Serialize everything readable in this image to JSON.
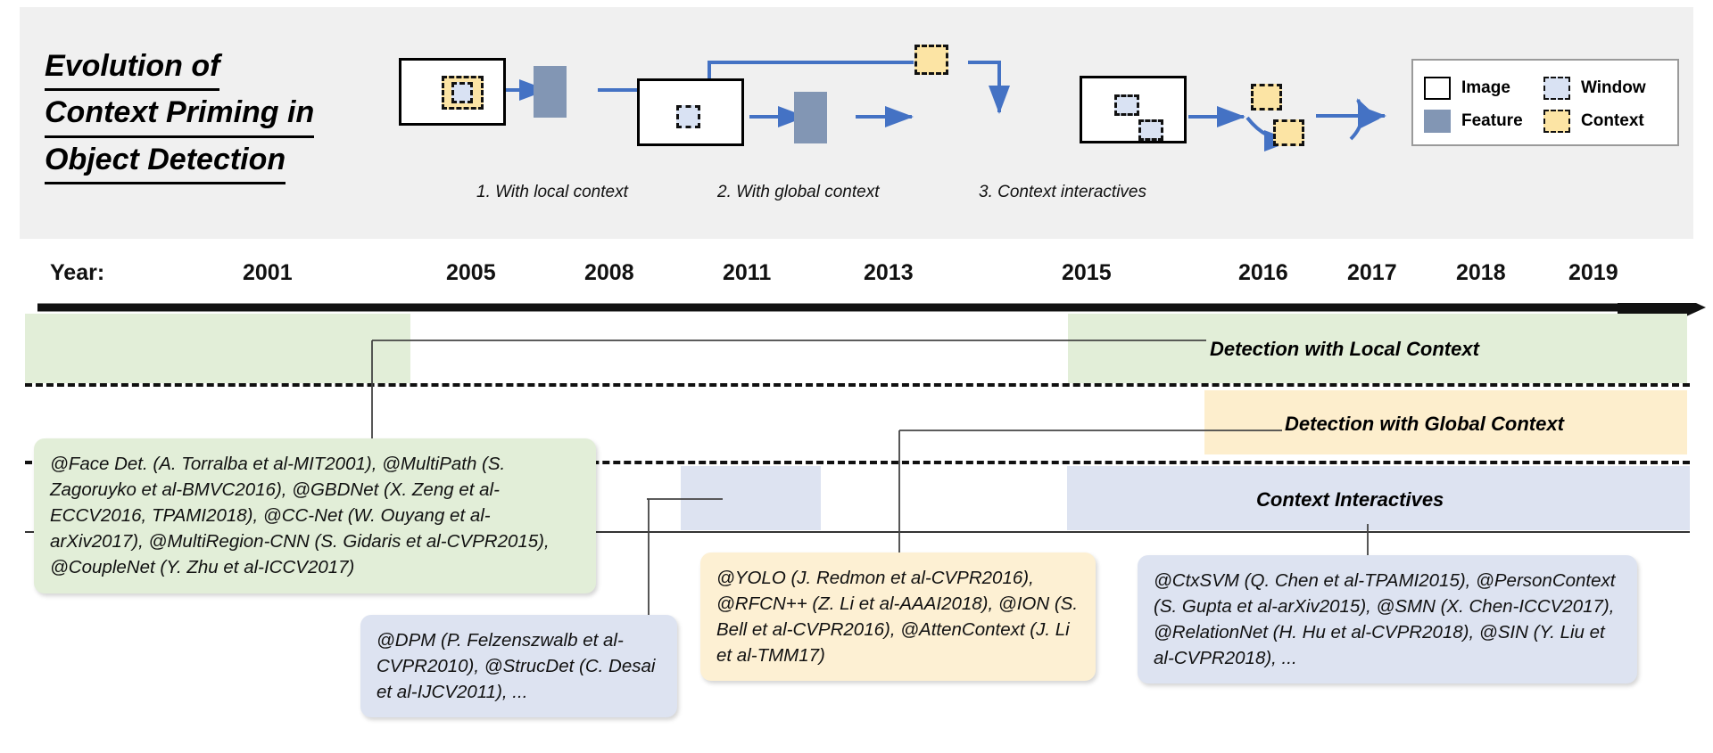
{
  "title": {
    "line1": "Evolution of",
    "line2": "Context Priming in",
    "line3": "Object Detection"
  },
  "diagrams": [
    {
      "caption": "1. With local context"
    },
    {
      "caption": "2. With global context"
    },
    {
      "caption": "3. Context interactives"
    }
  ],
  "legend": {
    "image": "Image",
    "window": "Window",
    "feature": "Feature",
    "context": "Context"
  },
  "timeline": {
    "axis_label": "Year:",
    "years": [
      "2001",
      "2005",
      "2008",
      "2011",
      "2013",
      "2015",
      "2016",
      "2017",
      "2018",
      "2019"
    ]
  },
  "bands": [
    {
      "label": "Detection with Local Context",
      "color": "#e2eed8"
    },
    {
      "label": "Detection with Global Context",
      "color": "#fdeecd"
    },
    {
      "label": "Context Interactives",
      "color": "#dde3f1"
    }
  ],
  "callouts": [
    {
      "id": "local-context-methods",
      "text": "@Face Det. (A. Torralba et al-MIT2001), @MultiPath (S. Zagoruyko et al-BMVC2016), @GBDNet (X. Zeng et al-ECCV2016, TPAMI2018), @CC-Net (W. Ouyang et al-arXiv2017), @MultiRegion-CNN (S. Gidaris et al-CVPR2015), @CoupleNet (Y. Zhu et al-ICCV2017)"
    },
    {
      "id": "dpm-methods",
      "text": "@DPM (P. Felzenszwalb et al-CVPR2010), @StrucDet (C. Desai et al-IJCV2011), ..."
    },
    {
      "id": "global-context-methods",
      "text": "@YOLO (J. Redmon et al-CVPR2016), @RFCN++ (Z. Li et al-AAAI2018), @ION (S. Bell et al-CVPR2016), @AttenContext (J. Li et al-TMM17)"
    },
    {
      "id": "context-interactives-methods",
      "text": "@CtxSVM (Q. Chen et al-TPAMI2015), @PersonContext (S. Gupta et al-arXiv2015), @SMN (X. Chen-ICCV2017), @RelationNet (H. Hu et al-CVPR2018), @SIN (Y. Liu et al-CVPR2018), ..."
    }
  ],
  "colors": {
    "arrow_blue": "#4472c4",
    "feature_gray": "#8296b4",
    "window_blue": "#d9e2f3",
    "context_yellow": "#fce4a4",
    "panel_gray": "#f0f0f0"
  }
}
